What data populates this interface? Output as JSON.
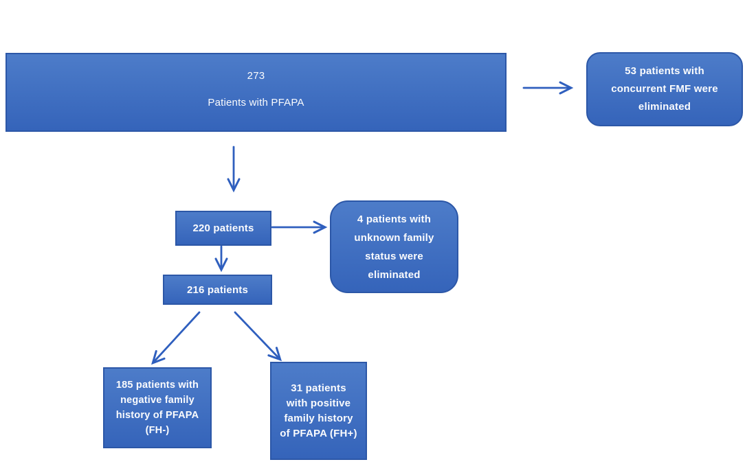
{
  "colors": {
    "fill_top": "#4d7cc9",
    "fill_bottom": "#3564ba",
    "box_border": "#2c57a7",
    "arrow": "#2f5fbe",
    "text": "#fafbfd",
    "background": "#ffffff"
  },
  "flowchart": {
    "nodes": {
      "total": {
        "lines": [
          "273",
          "Patients with PFAPA"
        ]
      },
      "fmf_eliminated": {
        "lines": [
          "53 patients with",
          "concurrent FMF were",
          "eliminated"
        ]
      },
      "n220": {
        "label": "220 patients"
      },
      "unknown_eliminated": {
        "lines": [
          "4 patients with",
          "unknown family",
          "status were",
          "eliminated"
        ]
      },
      "n216": {
        "label": "216 patients"
      },
      "fh_negative": {
        "lines": [
          "185 patients with",
          "negative family",
          "history of PFAPA",
          "(FH-)"
        ]
      },
      "fh_positive": {
        "lines": [
          "31 patients",
          "with positive",
          "family history",
          "of PFAPA (FH+)"
        ]
      }
    }
  }
}
